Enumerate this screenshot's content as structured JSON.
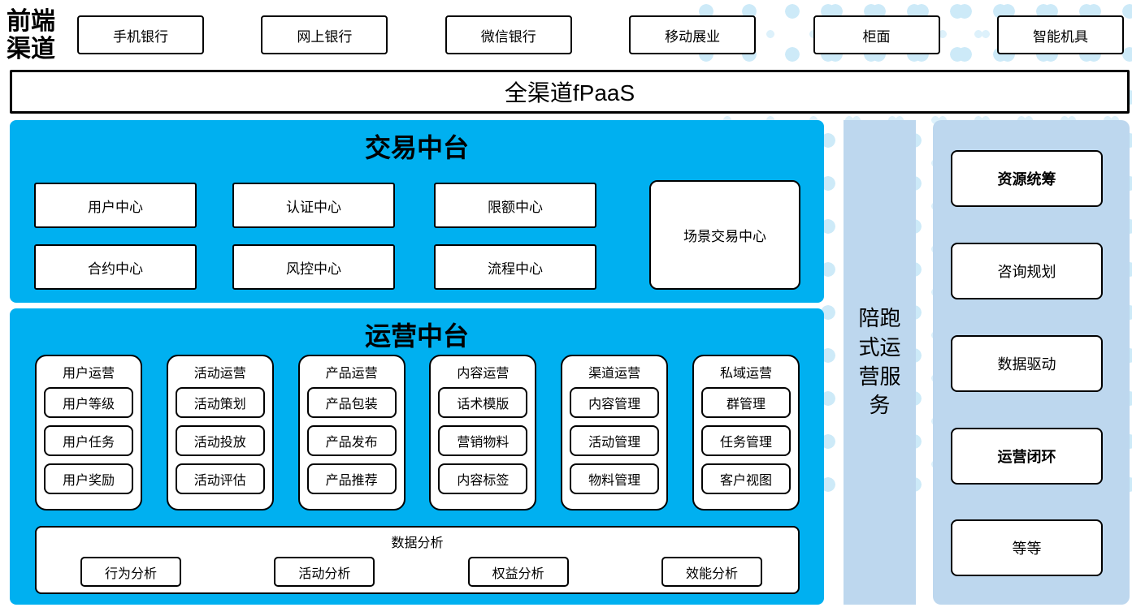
{
  "front_channel_label": "前端渠道",
  "channels": [
    "手机银行",
    "网上银行",
    "微信银行",
    "移动展业",
    "柜面",
    "智能机具"
  ],
  "fpaas_label": "全渠道fPaaS",
  "trade": {
    "title": "交易中台",
    "centers": [
      "用户中心",
      "认证中心",
      "限额中心",
      "合约中心",
      "风控中心",
      "流程中心"
    ],
    "scene_center": "场景交易中心"
  },
  "ops": {
    "title": "运营中台",
    "columns": [
      {
        "header": "用户运营",
        "items": [
          "用户等级",
          "用户任务",
          "用户奖励"
        ]
      },
      {
        "header": "活动运营",
        "items": [
          "活动策划",
          "活动投放",
          "活动评估"
        ]
      },
      {
        "header": "产品运营",
        "items": [
          "产品包装",
          "产品发布",
          "产品推荐"
        ]
      },
      {
        "header": "内容运营",
        "items": [
          "话术模版",
          "营销物料",
          "内容标签"
        ]
      },
      {
        "header": "渠道运营",
        "items": [
          "内容管理",
          "活动管理",
          "物料管理"
        ]
      },
      {
        "header": "私域运营",
        "items": [
          "群管理",
          "任务管理",
          "客户视图"
        ]
      }
    ],
    "analysis": {
      "title": "数据分析",
      "items": [
        "行为分析",
        "活动分析",
        "权益分析",
        "效能分析"
      ]
    }
  },
  "side_bar_label": "陪跑式运营服务",
  "services": [
    {
      "label": "资源统筹"
    },
    {
      "label": "咨询规划"
    },
    {
      "label": "数据驱动"
    },
    {
      "label": "运营闭环"
    },
    {
      "label": "等等"
    }
  ],
  "colors": {
    "platform_blue": "#00b0f0",
    "side_light_blue": "#bdd7ee",
    "dot_pattern_blue": "#cdeaf8",
    "box_border": "#000000"
  }
}
